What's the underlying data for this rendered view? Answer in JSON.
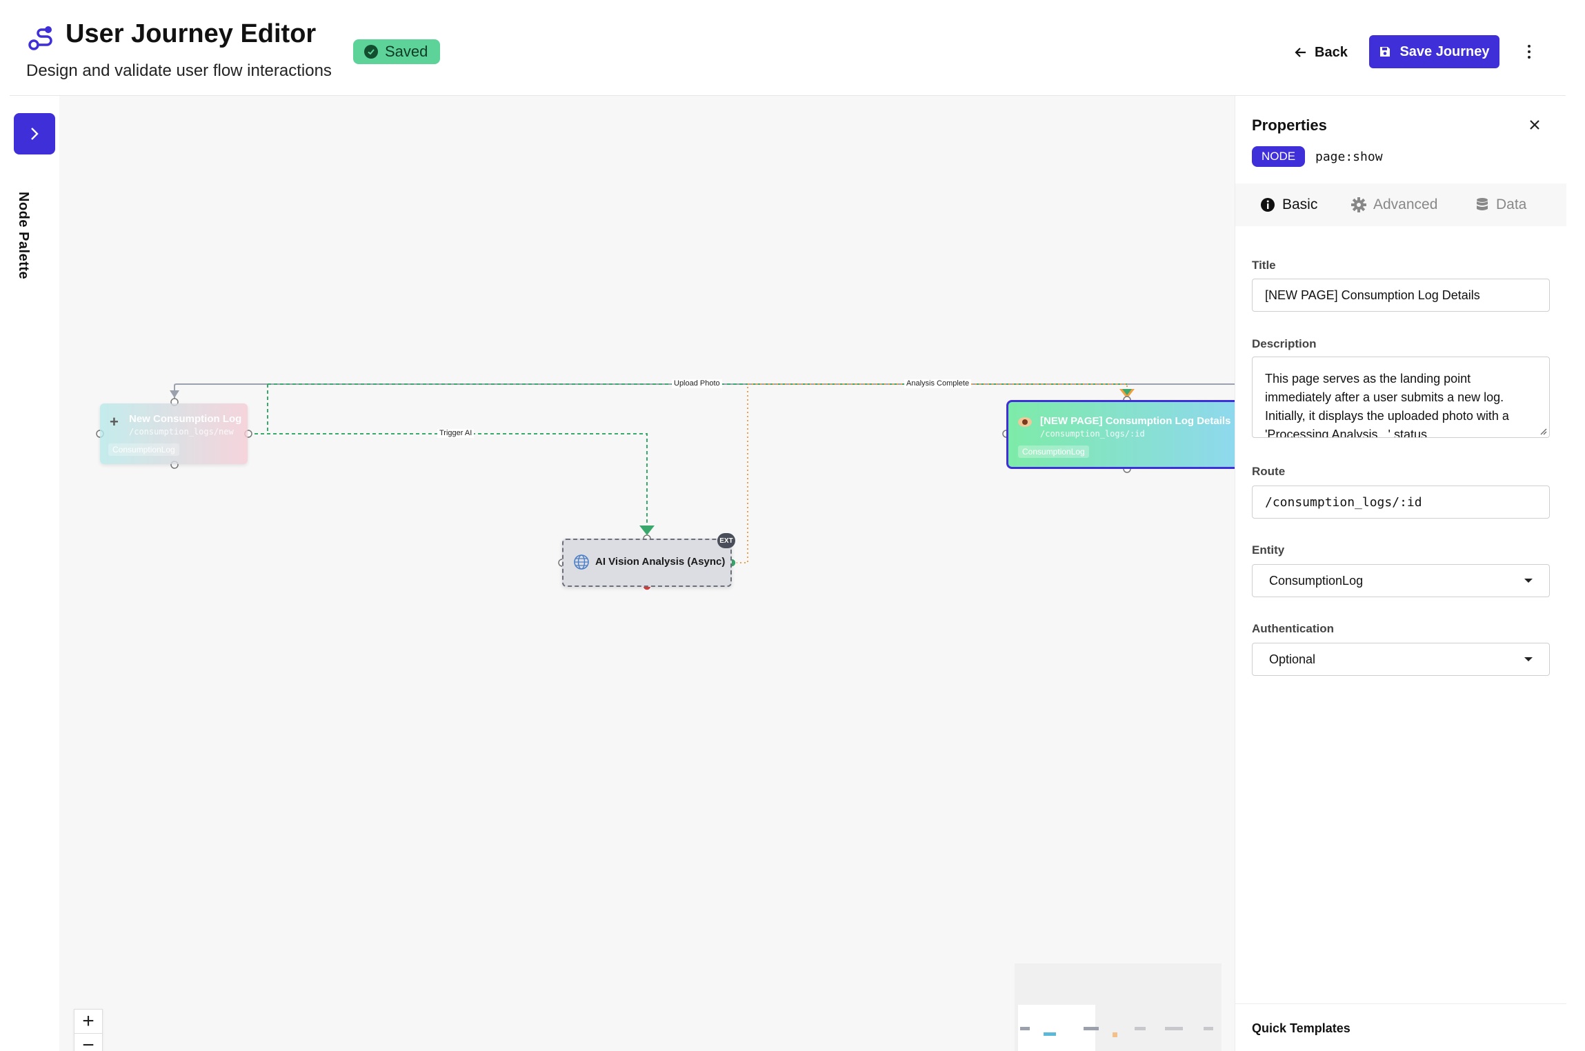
{
  "header": {
    "title": "User Journey Editor",
    "subtitle": "Design and validate user flow interactions",
    "status_badge": "Saved",
    "back_label": "Back",
    "save_label": "Save Journey"
  },
  "palette": {
    "label": "Node Palette"
  },
  "canvas": {
    "nodes": [
      {
        "title": "New Consumption Log",
        "route": "/consumption_logs/new",
        "entity": "ConsumptionLog",
        "icon": "plus-icon"
      },
      {
        "title": "AI Vision Analysis (Async)",
        "badge": "EXT",
        "icon": "globe-icon"
      },
      {
        "title": "[NEW PAGE] Consumption Log Details",
        "route": "/consumption_logs/:id",
        "entity": "ConsumptionLog",
        "icon": "eye-icon"
      }
    ],
    "edges": [
      {
        "label": "Upload Photo"
      },
      {
        "label": "Analysis Complete"
      },
      {
        "label": "Trigger AI"
      }
    ],
    "zoom_in": "+",
    "zoom_out": "−"
  },
  "properties": {
    "title": "Properties",
    "node_tag": "NODE",
    "node_type": "page:show",
    "tabs": [
      {
        "label": "Basic",
        "icon": "info-icon"
      },
      {
        "label": "Advanced",
        "icon": "gear-icon"
      },
      {
        "label": "Data",
        "icon": "database-icon"
      }
    ],
    "fields": {
      "title_label": "Title",
      "title_value": "[NEW PAGE] Consumption Log Details",
      "description_label": "Description",
      "description_value": "This page serves as the landing point immediately after a user submits a new log. Initially, it displays the uploaded photo with a 'Processing Analysis...' status",
      "route_label": "Route",
      "route_value": "/consumption_logs/:id",
      "entity_label": "Entity",
      "entity_value": "ConsumptionLog",
      "auth_label": "Authentication",
      "auth_value": "Optional"
    },
    "quick_templates_label": "Quick Templates"
  },
  "colors": {
    "accent": "#3f2fd9",
    "saved": "#5dd39a",
    "edge_gray": "#9aa0ac",
    "edge_green": "#3aa76d",
    "edge_orange": "#f0a040"
  }
}
